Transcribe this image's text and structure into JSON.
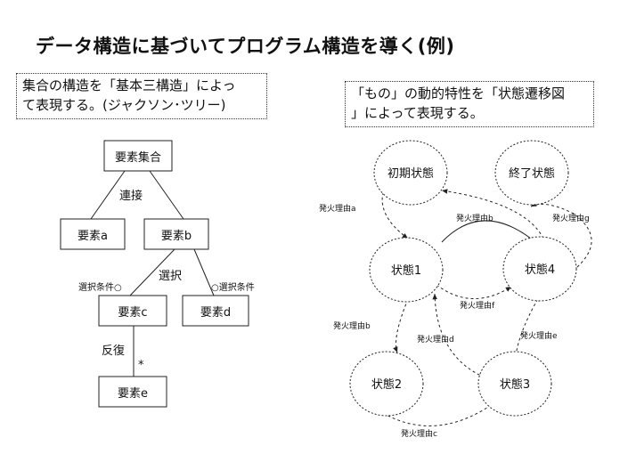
{
  "title": "データ構造に基づいてプログラム構造を導く(例)",
  "left_note": {
    "line1": "集合の構造を「基本三構造」によっ",
    "line2": "て表現する。(ジャクソン･ツリー)"
  },
  "right_note": {
    "line1": "「もの」の動的特性を「状態遷移図",
    "line2": "」によって表現する。"
  },
  "tree": {
    "root": "要素集合",
    "node_a": "要素a",
    "node_b": "要素b",
    "node_c": "要素c",
    "node_d": "要素d",
    "node_e": "要素e",
    "label_sequence": "連接",
    "label_selection": "選択",
    "label_iteration": "反復",
    "cond_left": "選択条件○",
    "cond_right": "○選択条件",
    "iteration_mark": "*"
  },
  "state_diagram": {
    "initial": "初期状態",
    "final": "終了状態",
    "s1": "状態1",
    "s2": "状態2",
    "s3": "状態3",
    "s4": "状態4",
    "events": {
      "a": "発火理由a",
      "b_top": "発火理由b",
      "b_left": "発火理由b",
      "c": "発火理由c",
      "d": "発火理由d",
      "e": "発火理由e",
      "f": "発火理由f",
      "g": "発火理由g"
    }
  }
}
